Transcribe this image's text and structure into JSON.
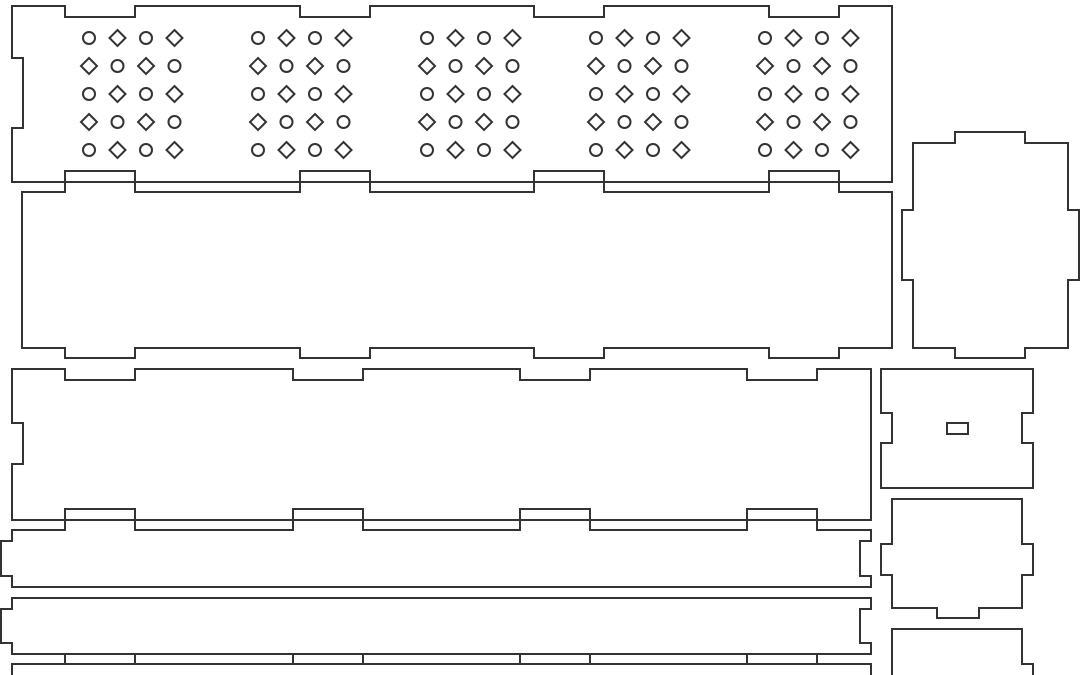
{
  "drawing": {
    "style": {
      "background_color": "#ffffff",
      "line_color": "#333333"
    },
    "hole_pattern": {
      "groups": 5,
      "rows": 5,
      "columns": 4,
      "shapes": [
        "circle",
        "diamond"
      ]
    },
    "parts": [
      {
        "name": "top-panel-with-hole-grid"
      },
      {
        "name": "long-side-panel-upper"
      },
      {
        "name": "long-side-panel-lower"
      },
      {
        "name": "narrow-strip-upper"
      },
      {
        "name": "narrow-strip-lower"
      },
      {
        "name": "bottom-cut-off-panel"
      },
      {
        "name": "end-panel-large"
      },
      {
        "name": "end-panel-with-slot"
      },
      {
        "name": "end-panel-small"
      },
      {
        "name": "end-panel-bottom-cut-off"
      }
    ]
  }
}
